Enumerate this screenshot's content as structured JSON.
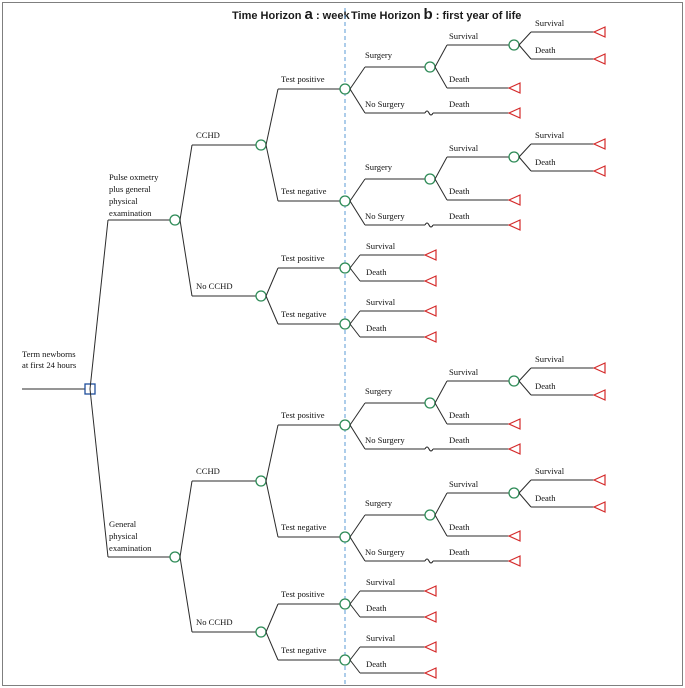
{
  "header": {
    "horizon_a_prefix": "Time Horizon",
    "horizon_a_letter": "a",
    "horizon_a_suffix": ": week",
    "horizon_b_prefix": "Time Horizon",
    "horizon_b_letter": "b",
    "horizon_b_suffix": ": first year of life"
  },
  "tree": {
    "root_label": [
      "Term newborns",
      "at first 24 hours"
    ],
    "strategies": [
      [
        "Pulse oxmetry",
        "plus general",
        "physical",
        "examination"
      ],
      [
        "General",
        "physical",
        "examination"
      ]
    ],
    "disease_states": [
      "CCHD",
      "No CCHD"
    ],
    "test_results": [
      "Test positive",
      "Test negative"
    ],
    "treatments": [
      "Surgery",
      "No Surgery"
    ],
    "outcomes": [
      "Survival",
      "Death"
    ]
  },
  "colors": {
    "decision_node": "#1f4e9c",
    "chance_node": "#2e8b57",
    "terminal_node": "#d42a2a",
    "branch_line": "#2b2b2b",
    "divider": "#5b9bd5"
  }
}
